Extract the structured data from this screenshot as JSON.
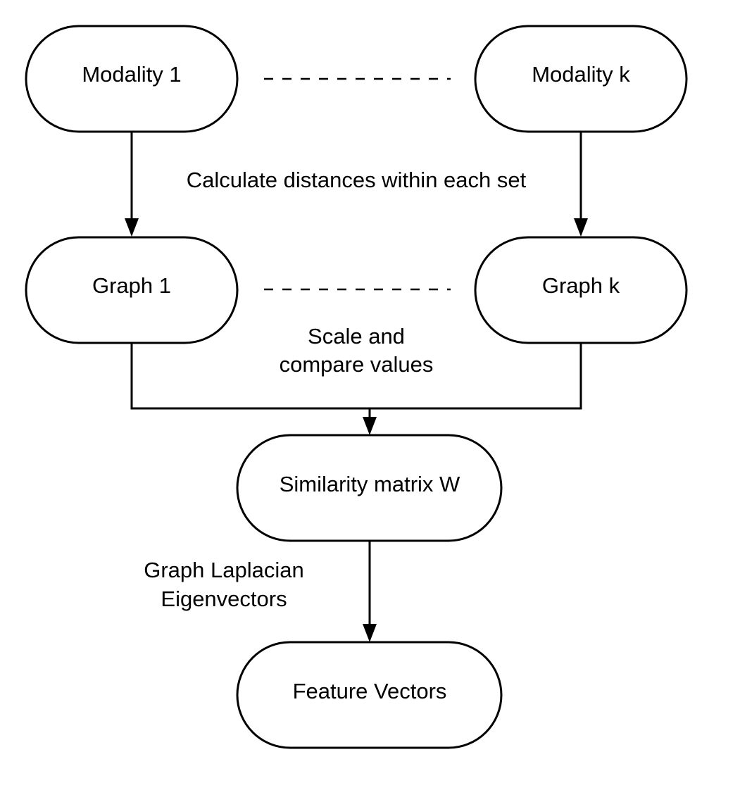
{
  "nodes": {
    "modality_1": "Modality 1",
    "modality_k": "Modality k",
    "graph_1": "Graph 1",
    "graph_k": "Graph k",
    "similarity_matrix": "Similarity matrix W",
    "feature_vectors": "Feature Vectors"
  },
  "edge_labels": {
    "calculate_distances": "Calculate distances within each set",
    "scale_compare_line1": "Scale and",
    "scale_compare_line2": "compare values",
    "laplacian_line1": "Graph Laplacian",
    "laplacian_line2": "Eigenvectors"
  },
  "colors": {
    "stroke": "#000000",
    "fill": "#ffffff",
    "text": "#000000"
  }
}
